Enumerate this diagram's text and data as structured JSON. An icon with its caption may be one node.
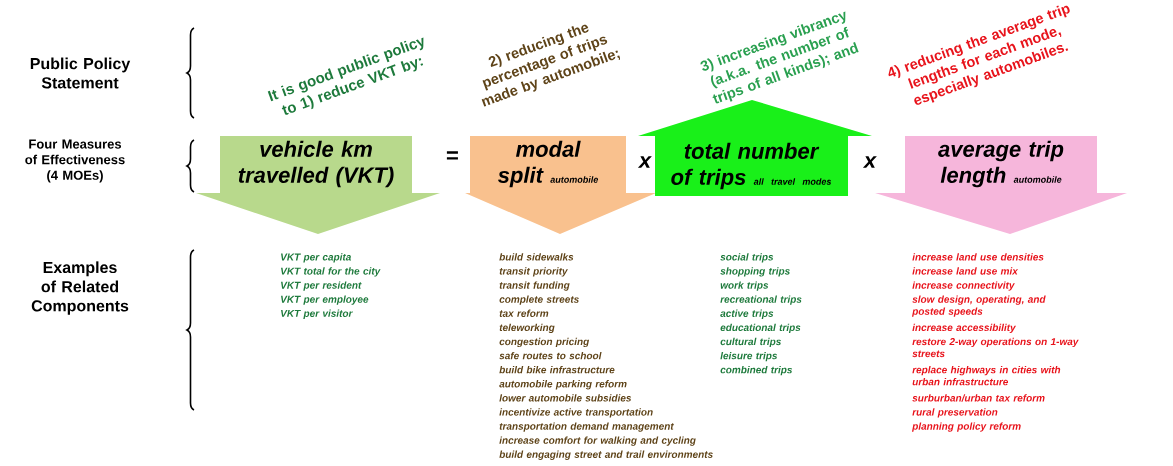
{
  "diagram": {
    "nodes": [
      {
        "text": [
          "vehicle km travelled (VKT)"
        ]
      },
      {
        "text": [
          "modal split",
          "automobile"
        ]
      },
      {
        "text": [
          "total number of trips",
          "all travel modes"
        ]
      },
      {
        "text": [
          "average trip length",
          "automobile"
        ]
      }
    ],
    "labels": [
      "Public Policy Statement",
      "It is good public policy to 1) reduce VKT by:",
      "2) reducing the percentage of trips made by automobile;",
      "3) increasing vibrancy (a.k.a. the number of trips of all kinds); and",
      "4) reducing the average trip lengths for each mode, especially automobiles.",
      "Four Measures of Effectiveness (4 MOEs)",
      "=",
      "x",
      "x",
      "Examples of Related Components",
      "VKT per capita",
      "VKT total for the city",
      "VKT per resident",
      "VKT per employee",
      "VKT per visitor",
      "build sidewalks",
      "transit priority",
      "transit funding",
      "complete streets",
      "tax reform",
      "teleworking",
      "congestion pricing",
      "safe routes to school",
      "build bike infrastructure",
      "automobile parking reform",
      "lower automobile subsidies",
      "incentivize active transportation",
      "transportation demand management",
      "increase comfort for walking and cycling",
      "build engaging street and trail environments",
      "social trips",
      "shopping trips",
      "work trips",
      "recreational trips",
      "active trips",
      "educational trips",
      "cultural trips",
      "leisure trips",
      "combined trips",
      "increase land use densities",
      "increase land use mix",
      "increase connectivity",
      "slow design, operating, and posted speeds",
      "increase accessibility",
      "restore 2-way operations on 1-way streets",
      "replace highways in cities with urban infrastructure",
      "surburban/urban tax reform",
      "rural preservation",
      "planning policy reform"
    ]
  }
}
